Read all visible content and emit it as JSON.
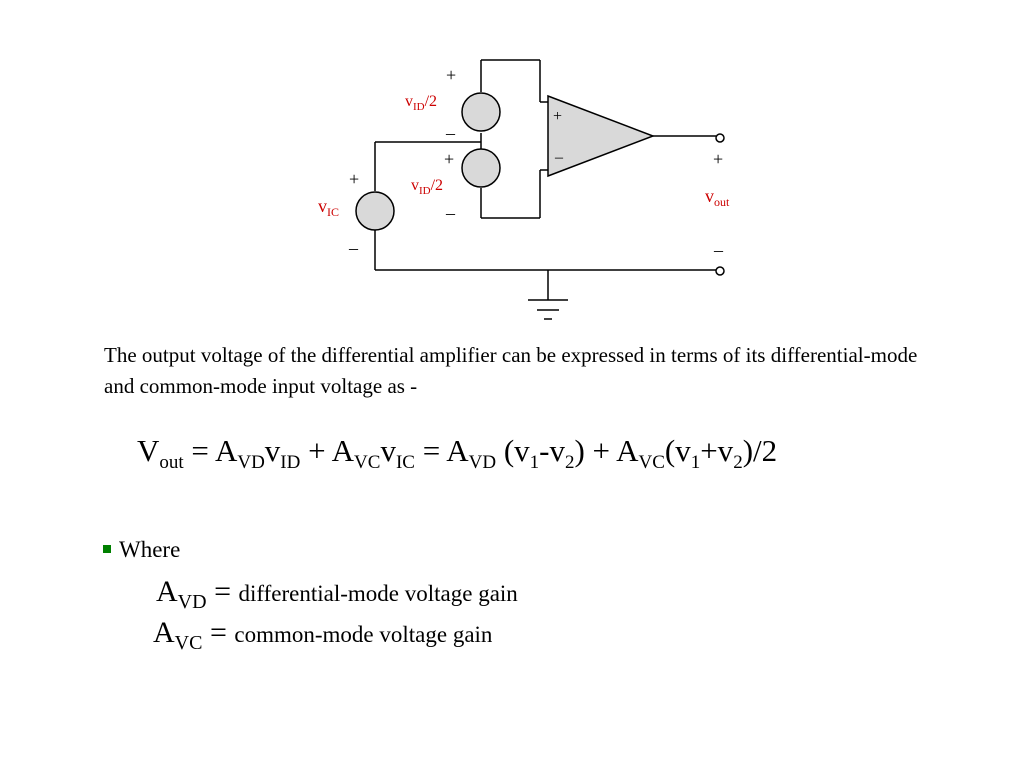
{
  "circuit": {
    "plus": "+",
    "minus": "–",
    "v": "v",
    "sub_id": "ID",
    "sub_ic": "IC",
    "sub_out": "out",
    "half": "/2"
  },
  "paragraph": "The output voltage of the differential amplifier can be expressed in terms of its differential-mode and common-mode input voltage as -",
  "equation": {
    "V": "V",
    "out": "out",
    "eq1": " = ",
    "A": "A",
    "VD": "VD",
    "v": "v",
    "ID": "ID",
    "plus": " + ",
    "VC": "VC",
    "IC": "IC",
    "eq2": " = ",
    "open": " (v",
    "one": "1",
    "dash": "-v",
    "two": "2",
    "close": ") + ",
    "open2": "(v",
    "pv": "+v",
    "end": ")/2"
  },
  "bullet": {
    "label": "Where"
  },
  "definitions": [
    {
      "A": "A",
      "sub": "VD",
      "eq": " = ",
      "text": "differential-mode voltage gain"
    },
    {
      "A": "A",
      "sub": "VC",
      "eq": " = ",
      "text": "common-mode voltage gain"
    }
  ],
  "colors": {
    "label_red": "#cc0000",
    "bullet_green": "#008000",
    "opamp_fill": "#d9d9d9"
  }
}
